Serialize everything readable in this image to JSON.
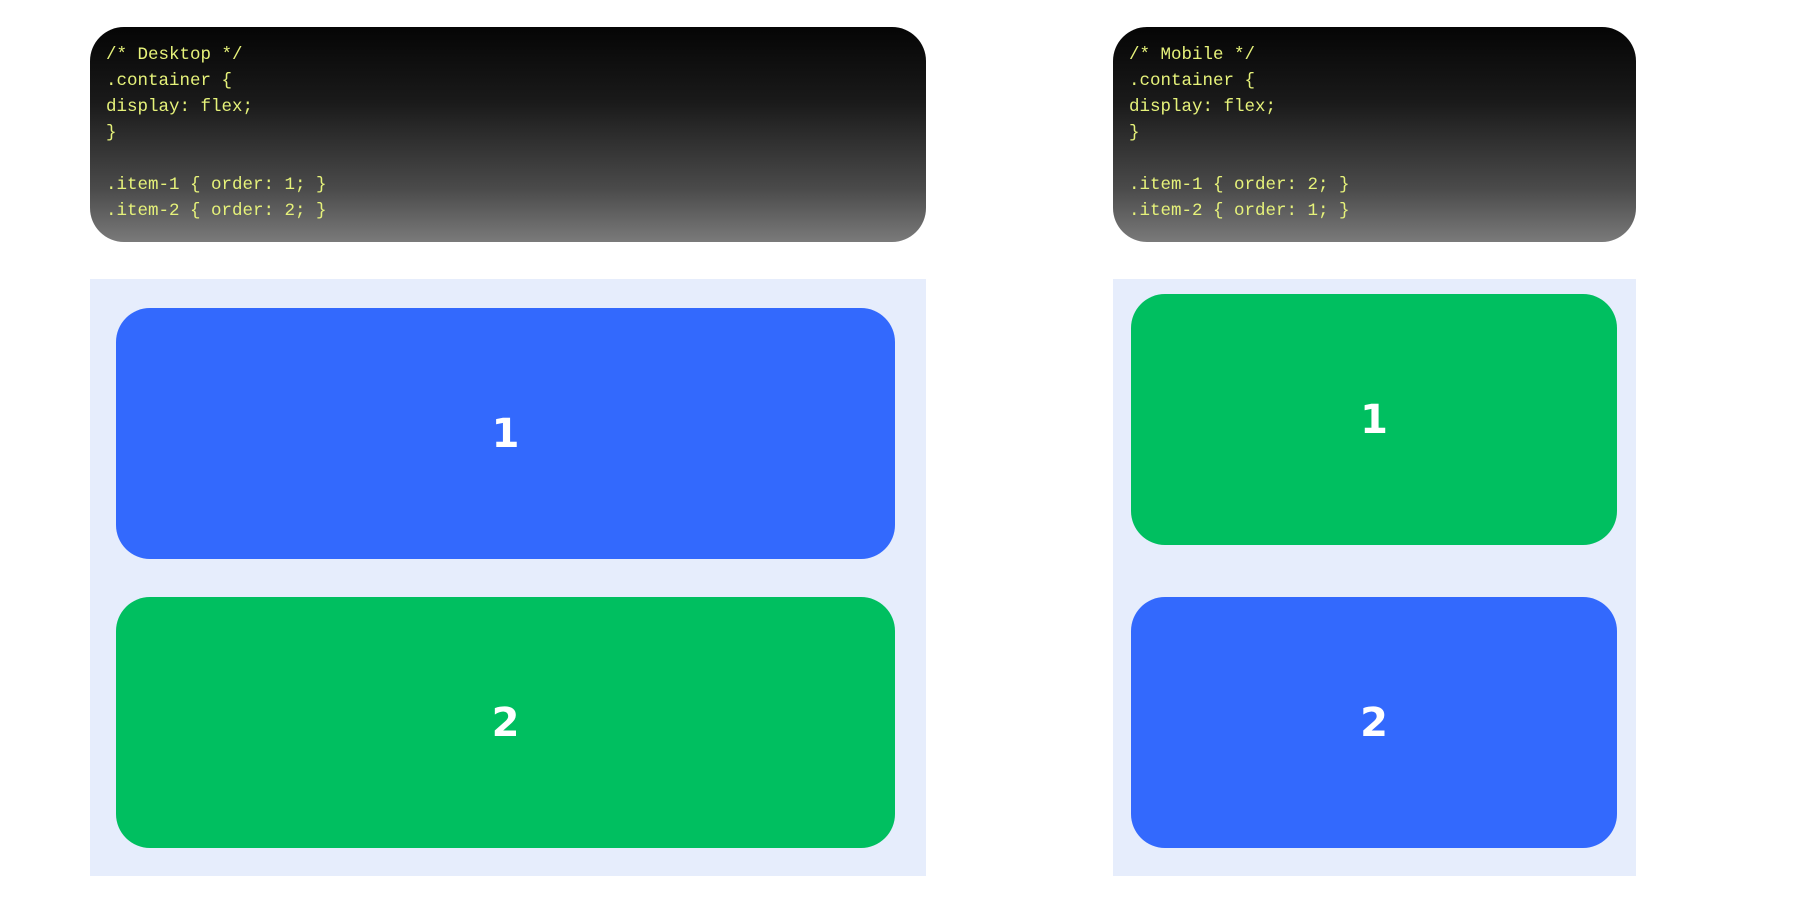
{
  "desktop": {
    "code_lines": [
      "/* Desktop */",
      ".container {",
      "display: flex;",
      "}",
      "",
      ".item-1 { order: 1; }",
      ".item-2 { order: 2; }"
    ],
    "items": [
      {
        "label": "1",
        "color": "#3369fd"
      },
      {
        "label": "2",
        "color": "#00bf60"
      }
    ]
  },
  "mobile": {
    "code_lines": [
      "/* Mobile */",
      ".container {",
      "display: flex;",
      "}",
      "",
      ".item-1 { order: 2; }",
      ".item-2 { order: 1; }"
    ],
    "items": [
      {
        "label": "1",
        "color": "#00bf60"
      },
      {
        "label": "2",
        "color": "#3369fd"
      }
    ]
  },
  "colors": {
    "code_text": "#e6f27a",
    "container_bg": "#e6edfc",
    "blue": "#3369fd",
    "green": "#00bf60"
  }
}
